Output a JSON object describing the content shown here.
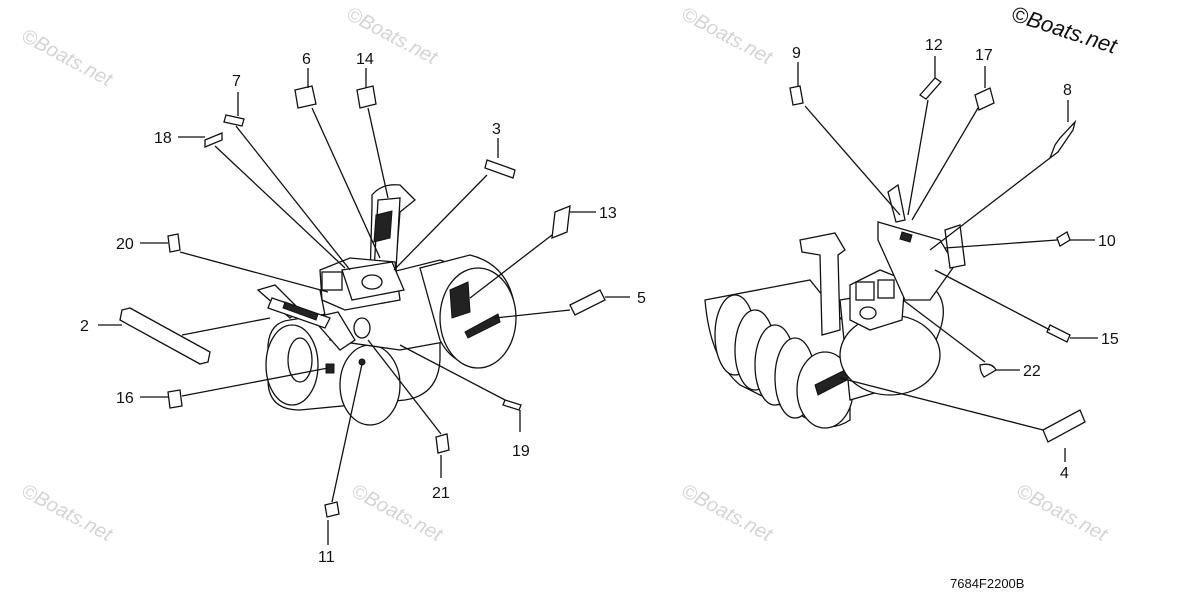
{
  "watermark": "©Boats.net",
  "copyright": "©Boats.net",
  "diagram_code": "7684F2200B",
  "callouts": {
    "c2": "2",
    "c3": "3",
    "c4": "4",
    "c5": "5",
    "c6": "6",
    "c7": "7",
    "c8": "8",
    "c9": "9",
    "c10": "10",
    "c11": "11",
    "c12": "12",
    "c13": "13",
    "c14": "14",
    "c15": "15",
    "c16": "16",
    "c17": "17",
    "c18": "18",
    "c19": "19",
    "c20": "20",
    "c21": "21",
    "c22": "22"
  }
}
